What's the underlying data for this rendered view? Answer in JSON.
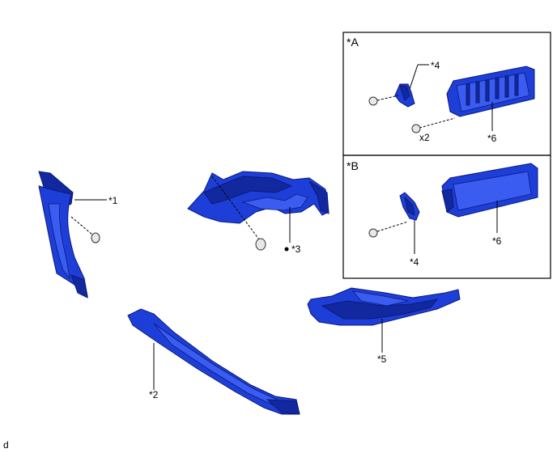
{
  "callouts": {
    "part1": "*1",
    "part2": "*2",
    "part3": "*3",
    "part5": "*5",
    "boxA_title": "*A",
    "boxA_part4": "*4",
    "boxA_part6": "*6",
    "boxA_qty": "x2",
    "boxB_title": "*B",
    "boxB_part4": "*4",
    "boxB_part6": "*6"
  },
  "footer": {
    "code": "d"
  },
  "colors": {
    "part_fill": "#1e3ed8",
    "part_shade": "#12289e",
    "bolt": "#e8e8e8"
  }
}
